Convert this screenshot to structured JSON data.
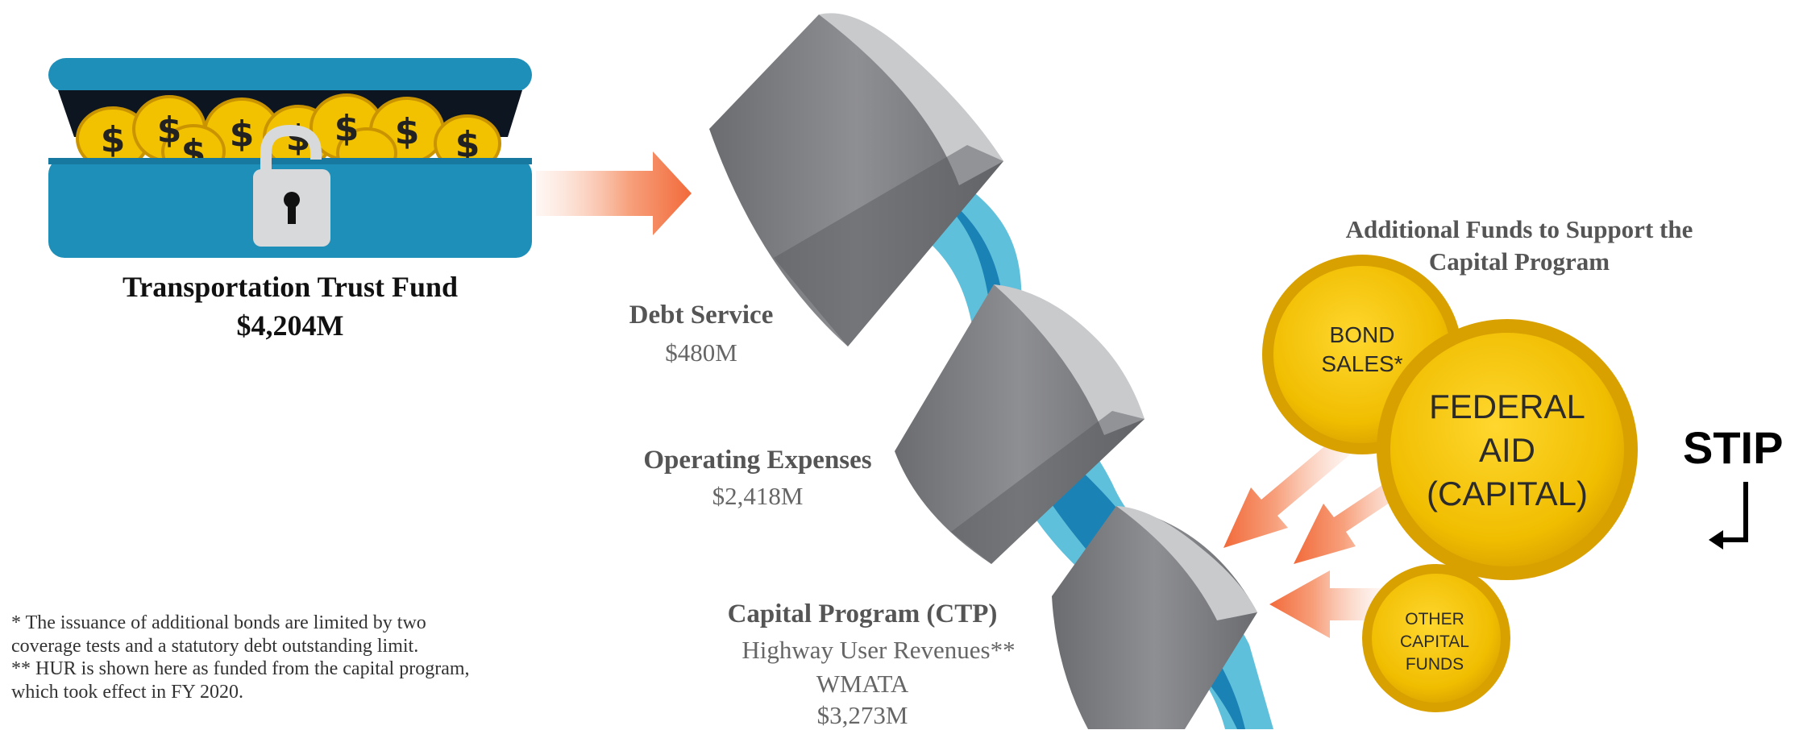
{
  "trust_fund": {
    "title": "Transportation Trust Fund",
    "amount": "$4,204M"
  },
  "buckets": [
    {
      "label": "Debt Service",
      "amount": "$480M"
    },
    {
      "label": "Operating Expenses",
      "amount": "$2,418M"
    },
    {
      "label": "Capital Program (CTP)",
      "line2": "Highway User Revenues**",
      "line3": "WMATA",
      "amount": "$3,273M"
    }
  ],
  "additional_funds": {
    "title_line1": "Additional Funds to Support the",
    "title_line2": "Capital Program",
    "coins": [
      {
        "lines": [
          "BOND",
          "SALES*"
        ]
      },
      {
        "lines": [
          "FEDERAL",
          "AID",
          "(CAPITAL)"
        ]
      },
      {
        "lines": [
          "OTHER",
          "CAPITAL",
          "FUNDS"
        ]
      }
    ]
  },
  "stip_label": "STIP",
  "footnotes": [
    "* The issuance of additional bonds are limited by two",
    "coverage tests and a statutory debt outstanding limit.",
    "** HUR is shown here as funded from the capital program,",
    "which took effect in FY 2020."
  ],
  "colors": {
    "chest_blue": "#1e8fb8",
    "coin_gold": "#f2c200",
    "bucket_gray": "#8a8b8f",
    "water_blue": "#5fc0dc",
    "arrow_orange": "#f26a3a"
  },
  "icons": [
    "treasure-chest-icon",
    "padlock-icon",
    "dollar-coin-icon",
    "arrow-right-icon",
    "return-arrow-icon"
  ]
}
